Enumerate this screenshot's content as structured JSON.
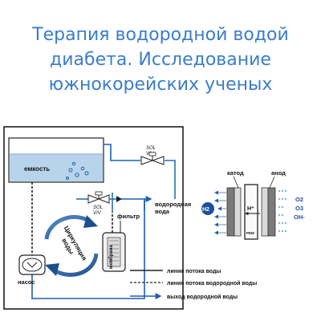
{
  "title": {
    "line1": "Терапия водородной водой",
    "line2": "диабета. Исследование",
    "line3": "южнокорейских ученых"
  },
  "system": {
    "tank_label": "емкость",
    "valve_top_line1": "SOL",
    "valve_top_line2": "V/V",
    "valve_mid_line1": "SOL",
    "valve_mid_line2": "V/V",
    "outlet_line1": "водородная",
    "outlet_line2": "вода",
    "filter_label": "фильтр",
    "membrane_label": "мембрана",
    "pump_label": "насос",
    "circulation_line1": "Циркуляция",
    "circulation_line2": "воды"
  },
  "legend": {
    "items": [
      {
        "text": "линия потока воды",
        "style": "solid"
      },
      {
        "text": "линия потока водородной воды",
        "style": "dashed"
      },
      {
        "text": "выход водородной воды",
        "style": "arrow"
      }
    ]
  },
  "cell": {
    "cathode_label": "катод",
    "anode_label": "анод",
    "left_molecule": "H2",
    "proton_label": "H⁺",
    "pem_label": "PEM",
    "right_molecules": [
      "O2",
      "O3",
      "OH-"
    ]
  },
  "colors": {
    "title": "#3a7dc9",
    "water": "#b8d4ea",
    "pipe": "#2a6fb0",
    "arrow_blue": "#1f5fb0"
  }
}
